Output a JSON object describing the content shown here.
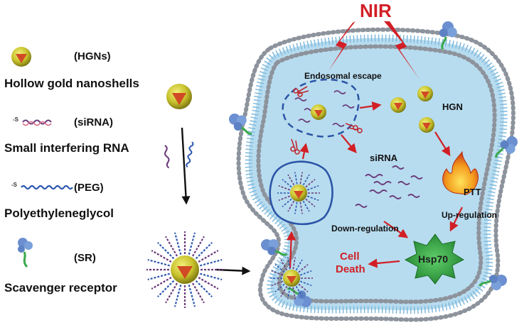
{
  "legend": {
    "hgn": {
      "abbr": "(HGNs)",
      "name": "Hollow gold nanoshells"
    },
    "sirna": {
      "abbr": "(siRNA)",
      "name": "Small interfering RNA"
    },
    "peg": {
      "abbr": "(PEG)",
      "name": "Polyethyleneglycol"
    },
    "sr": {
      "abbr": "(SR)",
      "name": "Scavenger receptor"
    }
  },
  "diagram": {
    "nir": "NIR",
    "endosomal_escape": "Endosomal escape",
    "hgn": "HGN",
    "sirna": "siRNA",
    "ptt": "PTT",
    "up_regulation": "Up-regulation",
    "down_regulation": "Down-regulation",
    "hsp70": "Hsp70",
    "cell_death_line1": "Cell",
    "cell_death_line2": "Death",
    "thiol_tag": "-S"
  },
  "colors": {
    "cytoplasm": "#b7dcef",
    "membrane_bead": "#9aa0a8",
    "membrane_tail": "#7fb8dc",
    "gold_shell": "#c9c42e",
    "red_core": "#d24a25",
    "hsp70": "#2c9a3c",
    "arrow_red": "#d21f26",
    "endosome": "#2c54a6",
    "sirna_purple": "#6a3a7a",
    "peg_blue": "#2e58b0"
  },
  "icons": [
    "hgn-nanoparticle-icon",
    "sirna-strand-icon",
    "peg-strand-icon",
    "scavenger-receptor-icon",
    "flame-icon",
    "lightning-icon",
    "starburst-icon"
  ]
}
